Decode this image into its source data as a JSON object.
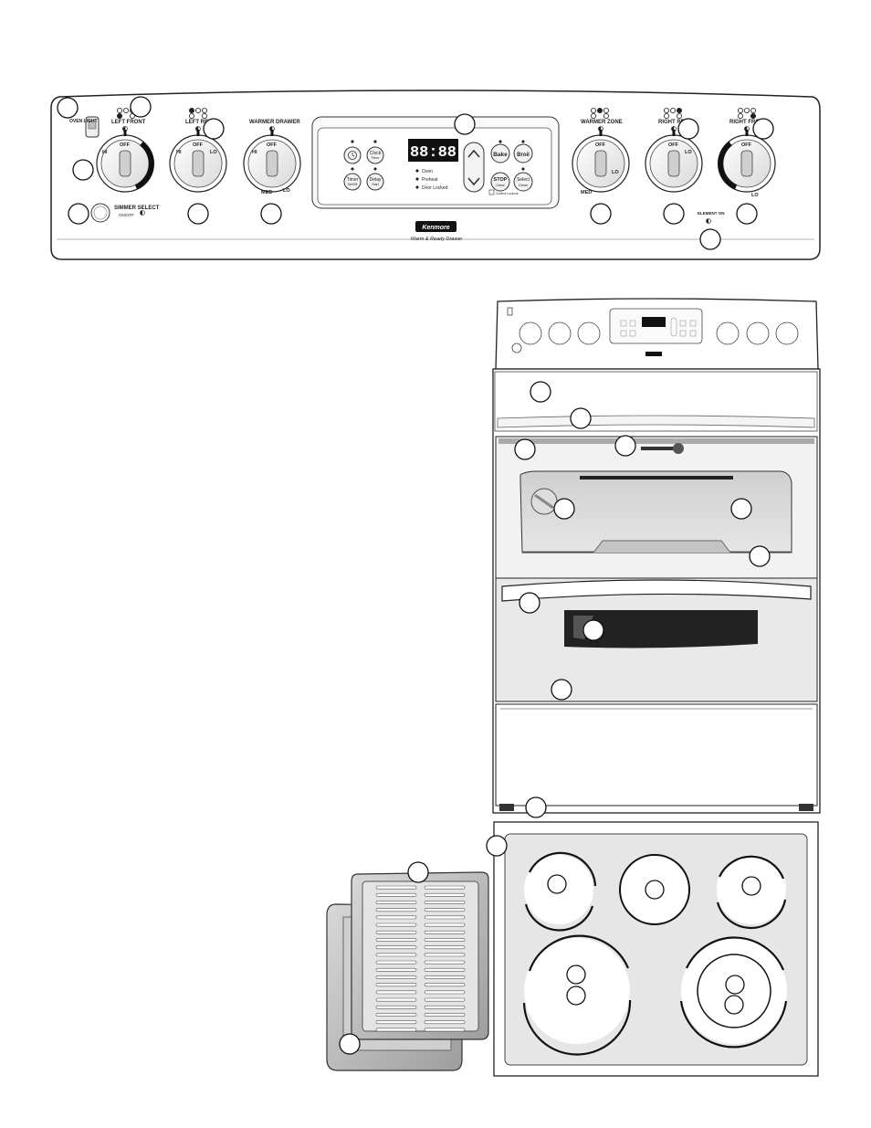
{
  "control_panel": {
    "oven_light": "OVEN LIGHT",
    "left_front": "LEFT FRONT",
    "left_rear": "LEFT REAR",
    "warmer_drawer": "WARMER DRAWER",
    "warmer_zone": "WARMER ZONE",
    "right_rear": "RIGHT REAR",
    "right_front": "RIGHT FRONT",
    "simmer_select": "SIMMER SELECT",
    "simmer_on_off": "ON/OFF",
    "element_on": "ELEMENT ON",
    "brand": "Kenmore",
    "tagline": "Warm & Ready Drawer",
    "display": "88:88",
    "knob_off": "OFF",
    "knob_hi": "HI",
    "knob_lo": "LO",
    "knob_med": "MED",
    "buttons": {
      "clock": "Clock",
      "clock_sub": "Timer",
      "timer": "Timer",
      "timer_sub": "Set/Off",
      "delay": "Delay",
      "delay_sub": "Start",
      "bake": "Bake",
      "broil": "Broil",
      "stop": "STOP",
      "stop_sub": "Clear",
      "select": "Select",
      "select_sub": "Clean"
    },
    "indicators": [
      "Oven",
      "Preheat",
      "Door Locked"
    ],
    "lock_note": "Control Lockout"
  }
}
